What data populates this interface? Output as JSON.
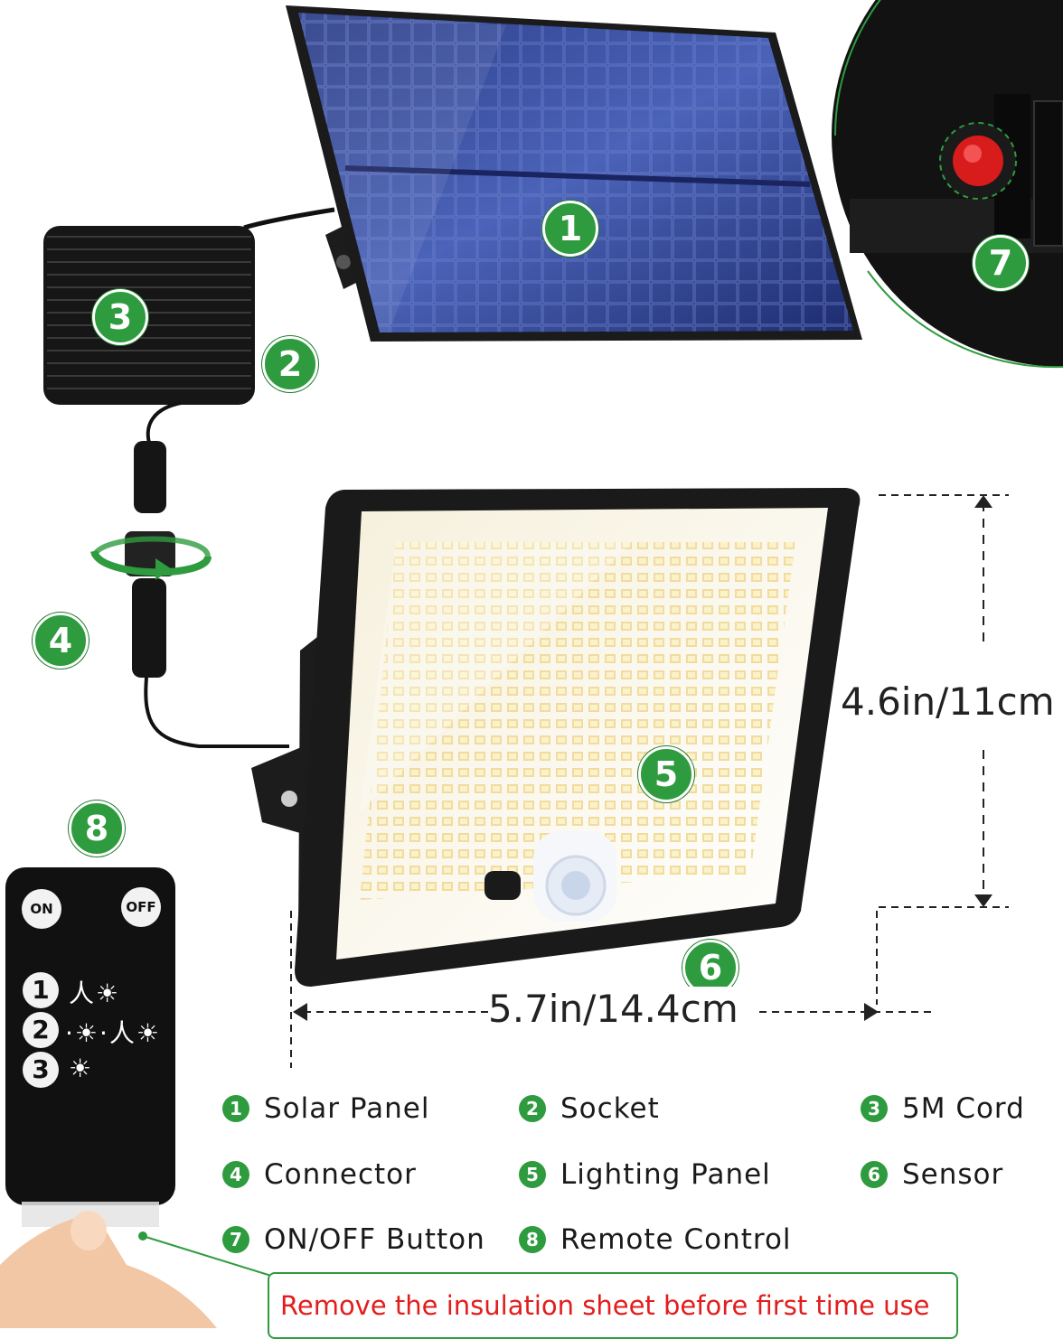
{
  "callouts": {
    "solar_panel": "1",
    "socket": "2",
    "cord": "3",
    "connector": "4",
    "lighting_panel": "5",
    "sensor": "6",
    "onoff_button": "7",
    "remote": "8"
  },
  "dimensions": {
    "height": "4.6in/11cm",
    "width": "5.7in/14.4cm"
  },
  "remote": {
    "on_label": "ON",
    "off_label": "OFF",
    "modes": [
      {
        "num": "1",
        "icons": "人☀"
      },
      {
        "num": "2",
        "icons": "·☀·人☀"
      },
      {
        "num": "3",
        "icons": "☀"
      }
    ]
  },
  "legend": [
    {
      "num": "1",
      "label": "Solar Panel"
    },
    {
      "num": "2",
      "label": "Socket"
    },
    {
      "num": "3",
      "label": "5M Cord"
    },
    {
      "num": "4",
      "label": "Connector"
    },
    {
      "num": "5",
      "label": "Lighting Panel"
    },
    {
      "num": "6",
      "label": "Sensor"
    },
    {
      "num": "7",
      "label": "ON/OFF Button"
    },
    {
      "num": "8",
      "label": "Remote Control"
    }
  ],
  "notice": "Remove the insulation sheet before first time use",
  "colors": {
    "accent": "#2e9b3e",
    "warning": "#e31d1d"
  }
}
